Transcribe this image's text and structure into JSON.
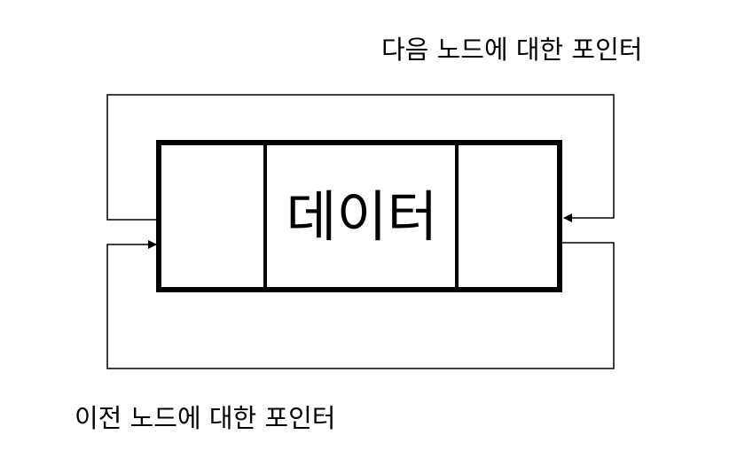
{
  "diagram": {
    "node": {
      "data_label": "데이터"
    },
    "next_pointer_label": "다음 노드에 대한 포인터",
    "prev_pointer_label": "이전 노드에 대한 포인터"
  }
}
